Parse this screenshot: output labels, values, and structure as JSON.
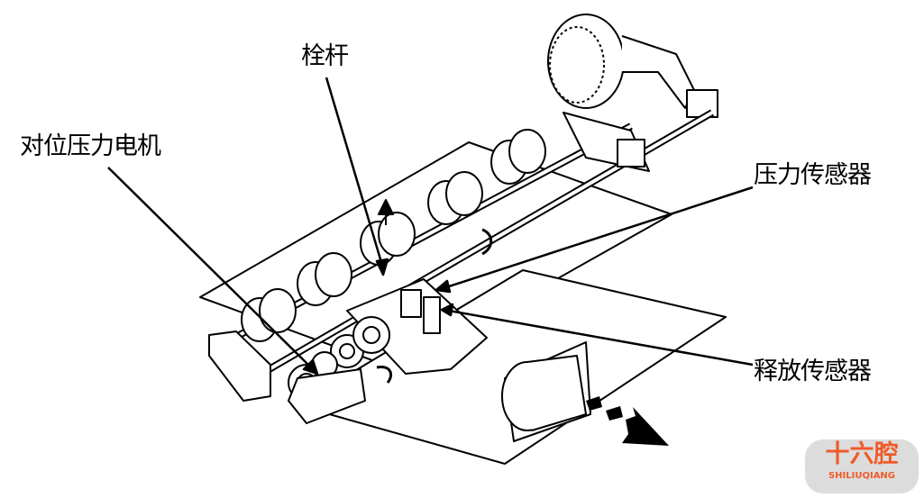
{
  "labels": {
    "latch_rod": "栓杆",
    "registration_pressure_motor": "对位压力电机",
    "pressure_sensor": "压力传感器",
    "release_sensor": "释放传感器"
  },
  "logo": {
    "chinese": "十六腔",
    "pinyin": "SHILIUQIANG"
  },
  "colors": {
    "line": "#000000",
    "logo_accent": "#f05a28",
    "logo_bg": "#dcdcdc"
  }
}
